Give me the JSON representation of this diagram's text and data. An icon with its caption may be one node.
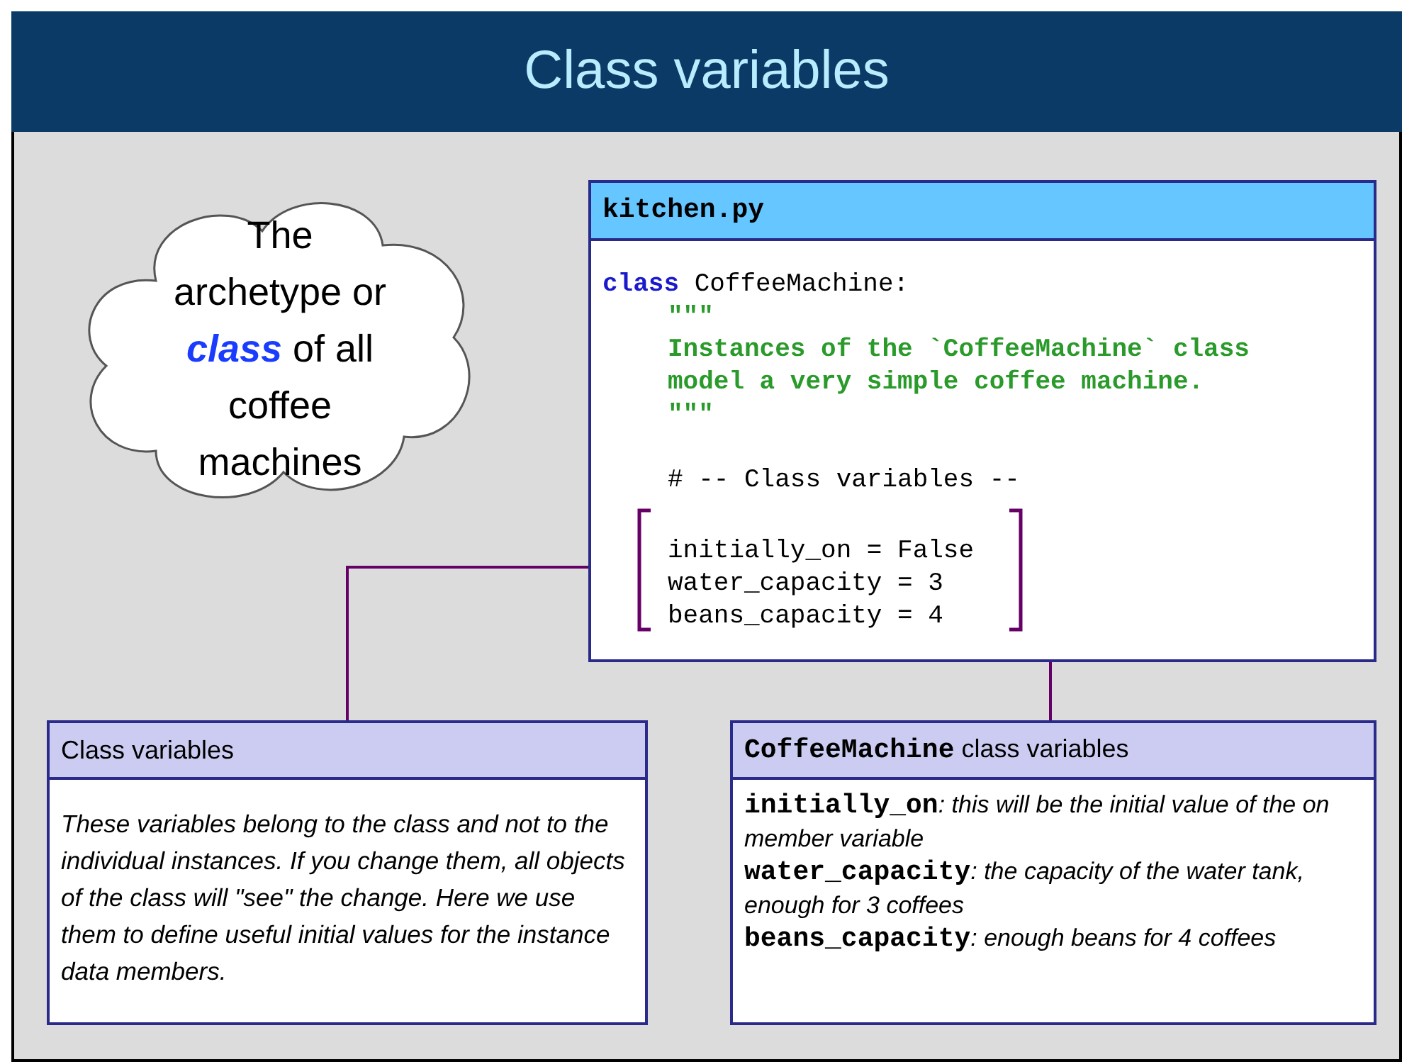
{
  "diagram": {
    "title": "Class variables",
    "nodes": [
      {
        "text": [
          "The archetype or *class* of all coffee machines"
        ]
      },
      {
        "text": [
          "kitchen.py",
          "**class** CoffeeMachine:",
          "\"\"\"",
          "Instances of the `CoffeeMachine` class model a very simple coffee machine.",
          "\"\"\"",
          "# -- Class variables --"
        ]
      },
      {
        "text": [
          "initially_on = False",
          "water_capacity = 3",
          "beans_capacity = 4"
        ],
        "in": 1
      },
      {
        "text": [
          "Class variables",
          "These variables belong to the class and not to the individual instances. If you change them, all objects of the class will \"see\" the change. Here we use them to define useful initial values for the instance data members."
        ]
      },
      {
        "text": [
          "**CoffeeMachine** class variables",
          "**initially_on**: this will be the initial value of the on member variable",
          "**water_capacity**: the capacity of the water tank, enough for 3 coffees",
          "**beans_capacity**: enough beans for 4 coffees"
        ]
      }
    ],
    "edges": [
      {
        "from": 2,
        "to": 3,
        "arrow": "none",
        "color": "#660066"
      },
      {
        "from": 2,
        "to": 4,
        "arrow": "none",
        "color": "#660066"
      }
    ]
  }
}
